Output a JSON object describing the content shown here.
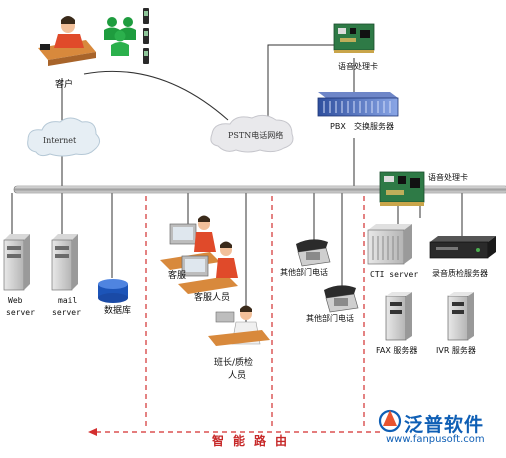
{
  "diagram": {
    "customer": "客户",
    "internet": "Internet",
    "pstn": "PSTN电话网络",
    "voice_card_top": "语音处理卡",
    "pbx": "PBX",
    "pbx_server": "交换服务器",
    "voice_card_right": "语音处理卡",
    "web_server": [
      "Web",
      "server"
    ],
    "mail_server": [
      "mail",
      "server"
    ],
    "database": "数据库",
    "agent_1": "客服",
    "agent_2": "客服人员",
    "supervisor": [
      "班长/质检",
      "人员"
    ],
    "phone_1": "其他部门电话",
    "phone_2": "其他部门电话",
    "cti_server": "CTI server",
    "recording_server": "录音质检服务器",
    "fax_server": "FAX 服务器",
    "ivr_server": "IVR 服务器",
    "routing": "智能路由"
  },
  "watermark": {
    "brand": "泛普软件",
    "url": "www.fanpusoft.com"
  },
  "colors": {
    "accent_red": "#c62828",
    "brand_blue": "#0f5fb5"
  }
}
